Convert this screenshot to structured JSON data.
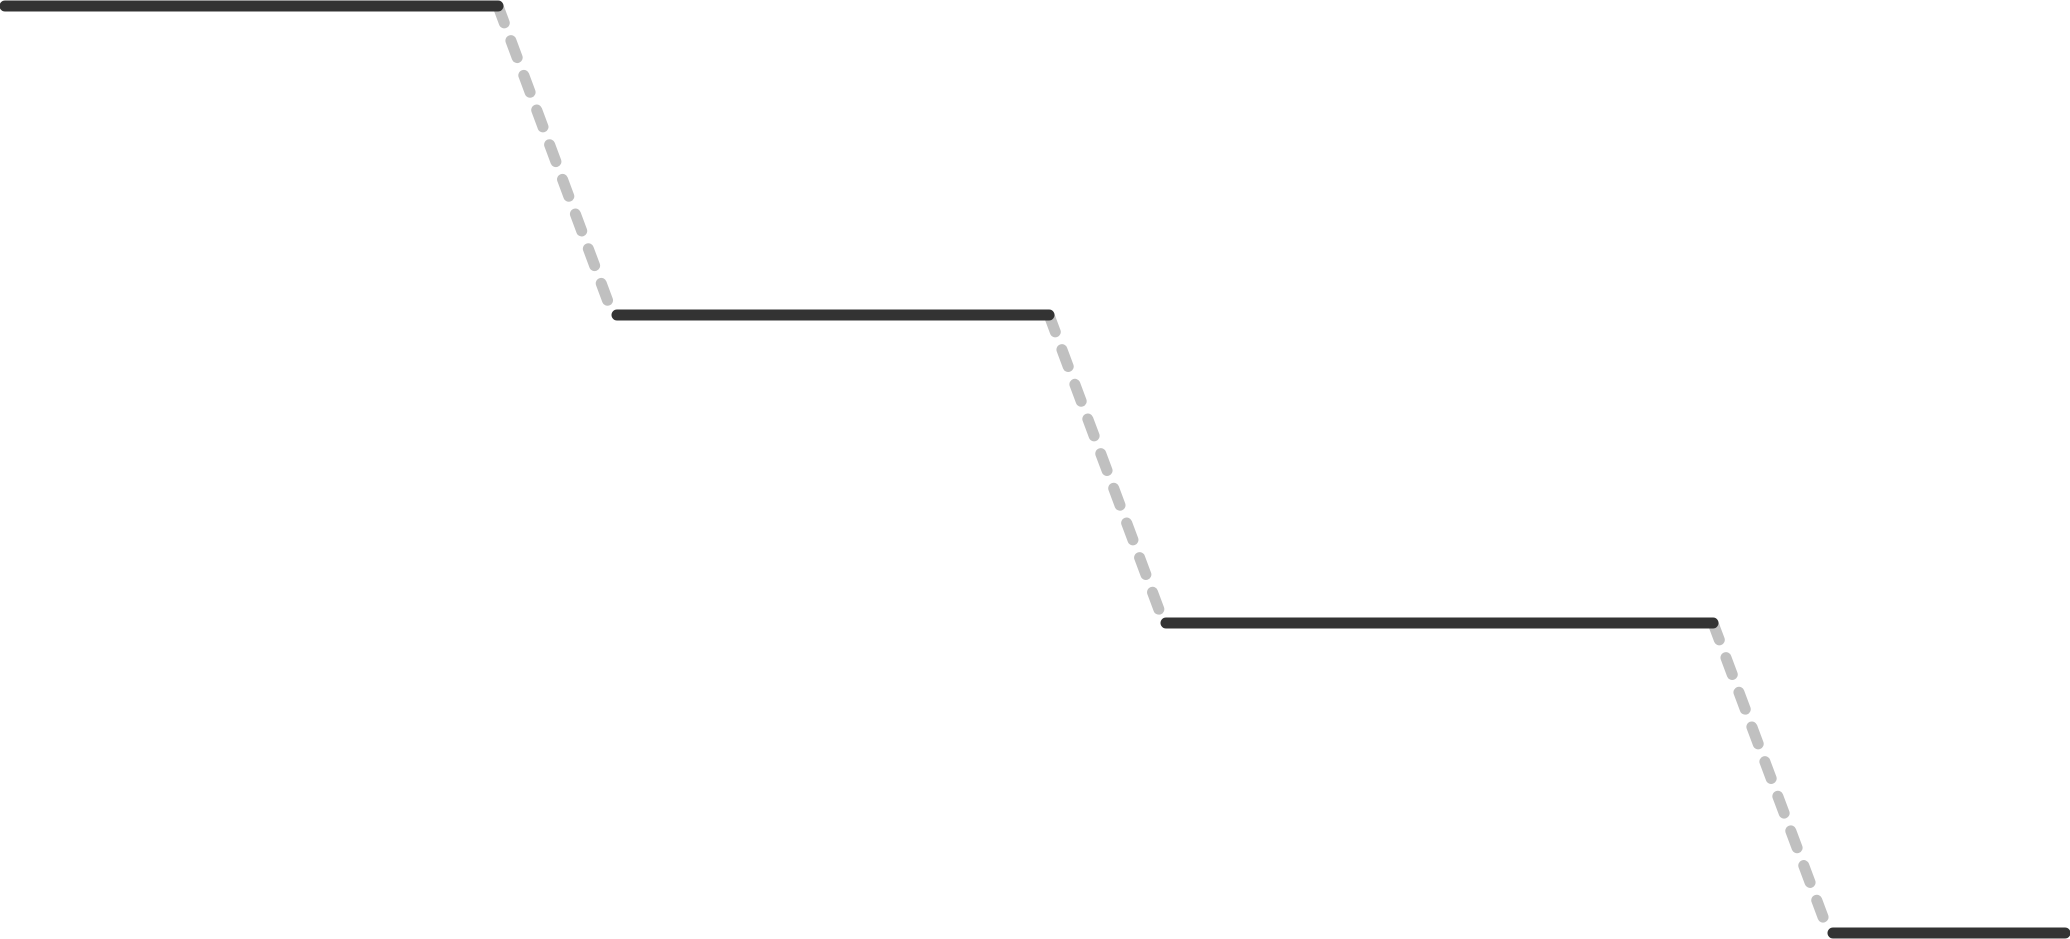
{
  "diagram": {
    "type": "staircase-step-profile",
    "levels": 4,
    "transitions": 3,
    "colors": {
      "background": "#ffffff",
      "step": "#333333",
      "riser": "#c0c0c0"
    },
    "styles": {
      "step": "solid",
      "riser": "dashed"
    }
  }
}
